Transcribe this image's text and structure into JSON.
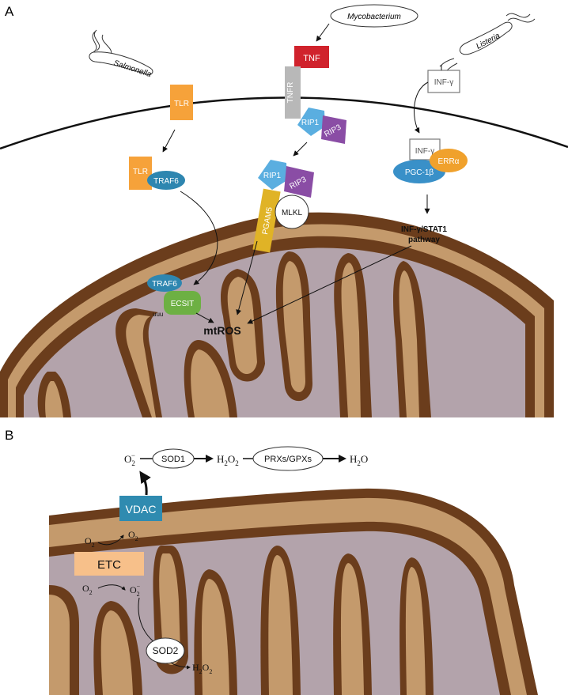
{
  "colors": {
    "membrane_dark": "#6b3d1c",
    "intermembrane": "#c49a6c",
    "matrix": "#b3a3ab",
    "tnf": "#d0222c",
    "tnfr": "#b8b8b8",
    "tlr": "#f6a23a",
    "traf6": "#2e86b0",
    "rip1": "#5aaee0",
    "rip3": "#8a4da5",
    "pgam5": "#e0b326",
    "ecsit": "#6db043",
    "pgc": "#3990c8",
    "erra": "#f0a12c",
    "vdac": "#2f8bb0",
    "etc": "#f7c08a",
    "white": "#ffffff",
    "black": "#111111"
  },
  "panel_a": {
    "label": "A",
    "pathogens": {
      "salmonella": "Salmonella",
      "mycobacterium": "Mycobacterium",
      "listeria": "Listeria"
    },
    "tlr_top": "TLR",
    "tlr_mid": "TLR",
    "traf6_mid": "TRAF6",
    "traf6_low": "TRAF6",
    "ecsit": "ECSIT",
    "ubiquitin": "uuu",
    "tnf": "TNF",
    "tnfr": "TNFR",
    "rip1_top": "RIP1",
    "rip3_top": "RIP3",
    "rip1_mid": "RIP1",
    "rip3_mid": "RIP3",
    "pgam5": "PGAM5",
    "mlkl": "MLKL",
    "infg_top": "INF-γ",
    "infg_box": "INF-γ",
    "pgc": "PGC-1β",
    "erra": "ERRα",
    "stat1_line1": "INF-γ/STAT1",
    "stat1_line2": "pathway",
    "mtros": "mtROS"
  },
  "panel_b": {
    "label": "B",
    "o2_out": "O",
    "o2_out_sub": "2",
    "o2_out_sup": "−",
    "sod1": "SOD1",
    "h2o2_h": "H",
    "h2o2_sub1": "2",
    "h2o2_o": "O",
    "h2o2_sub2": "2",
    "prx": "PRXs/GPXs",
    "h2o_h": "H",
    "h2o_sub": "2",
    "h2o_o": "O",
    "vdac": "VDAC",
    "o2_a": "O",
    "o2_a_sub": "2",
    "o2_b": "O",
    "o2_b_sub": "2",
    "etc": "ETC",
    "o2_c": "O",
    "o2_c_sub": "2",
    "o2_d": "O",
    "o2_d_sub": "2",
    "o2_d_sup": "−",
    "sod2": "SOD2",
    "h2o2b_h": "H",
    "h2o2b_sub1": "2",
    "h2o2b_o": "O",
    "h2o2b_sub2": "2"
  }
}
